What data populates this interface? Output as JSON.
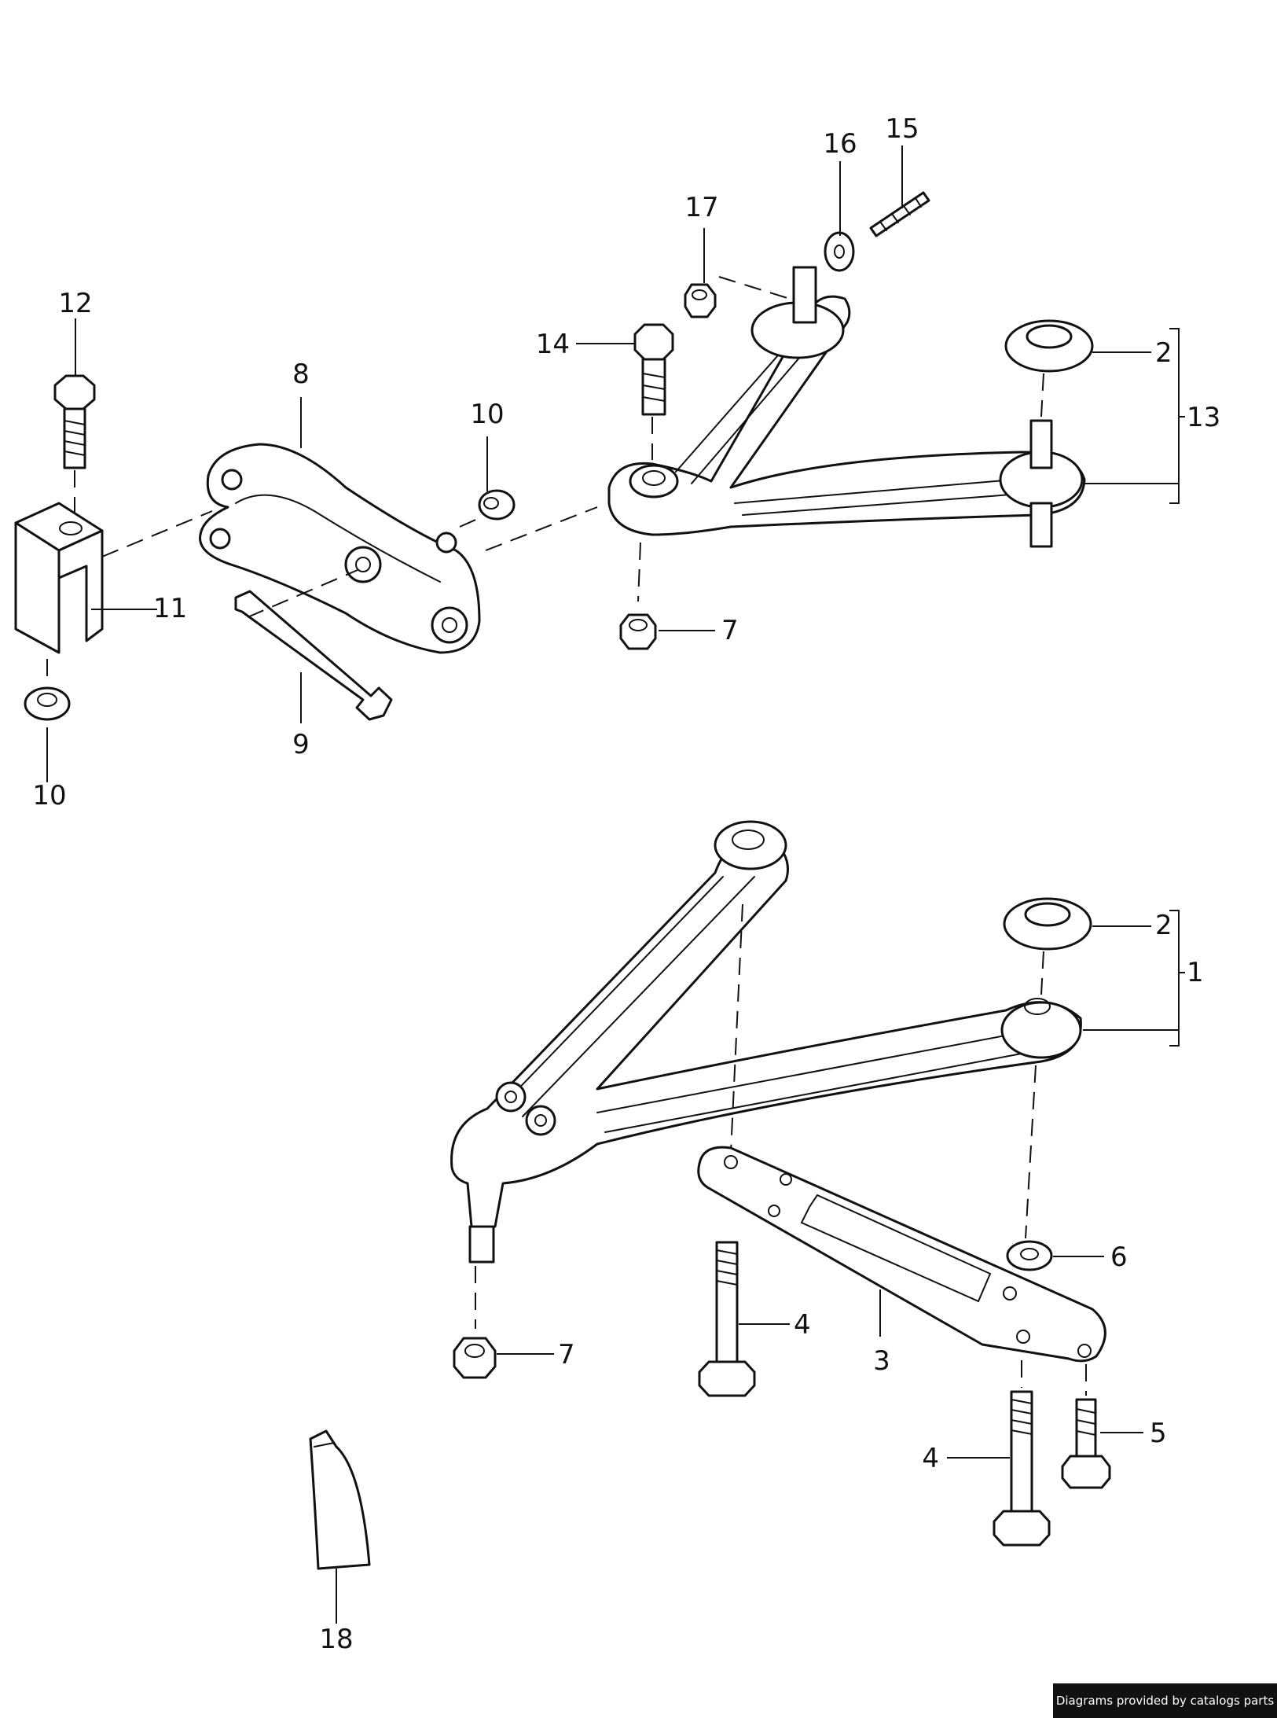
{
  "callouts": {
    "c1": "1",
    "c2a": "2",
    "c2b": "2",
    "c3": "3",
    "c4a": "4",
    "c4b": "4",
    "c5": "5",
    "c6": "6",
    "c7a": "7",
    "c7b": "7",
    "c8": "8",
    "c9": "9",
    "c10a": "10",
    "c10b": "10",
    "c11": "11",
    "c12": "12",
    "c13": "13",
    "c14": "14",
    "c15": "15",
    "c16": "16",
    "c17": "17",
    "c18": "18"
  },
  "credit": "Diagrams provided by catalogs parts"
}
